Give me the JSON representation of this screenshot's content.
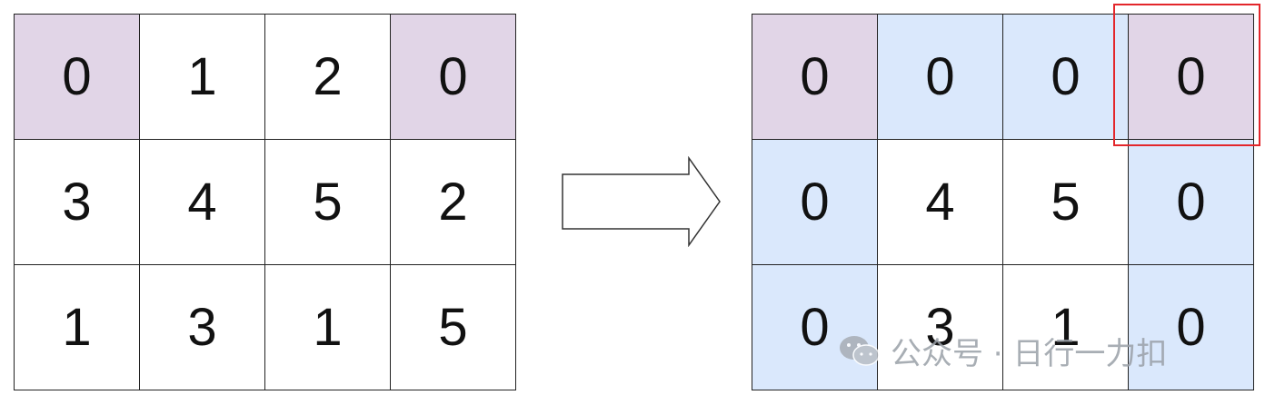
{
  "input_grid": {
    "rows": [
      [
        "0",
        "1",
        "2",
        "0"
      ],
      [
        "3",
        "4",
        "5",
        "2"
      ],
      [
        "1",
        "3",
        "1",
        "5"
      ]
    ],
    "highlight": [
      [
        "purple",
        "",
        "",
        "purple"
      ],
      [
        "",
        "",
        "",
        ""
      ],
      [
        "",
        "",
        "",
        ""
      ]
    ]
  },
  "output_grid": {
    "rows": [
      [
        "0",
        "0",
        "0",
        "0"
      ],
      [
        "0",
        "4",
        "5",
        "0"
      ],
      [
        "0",
        "3",
        "1",
        "0"
      ]
    ],
    "highlight": [
      [
        "purple",
        "blue",
        "blue",
        "purple"
      ],
      [
        "blue",
        "",
        "",
        "blue"
      ],
      [
        "blue",
        "",
        "",
        "blue"
      ]
    ]
  },
  "colors": {
    "purple_fill": "#e1d5e7",
    "blue_fill": "#dae8fc",
    "red_outline": "#e3262b",
    "grid_line": "#222222"
  },
  "watermark": {
    "icon": "wechat-icon",
    "text": "公众号 · 日行一力扣"
  }
}
